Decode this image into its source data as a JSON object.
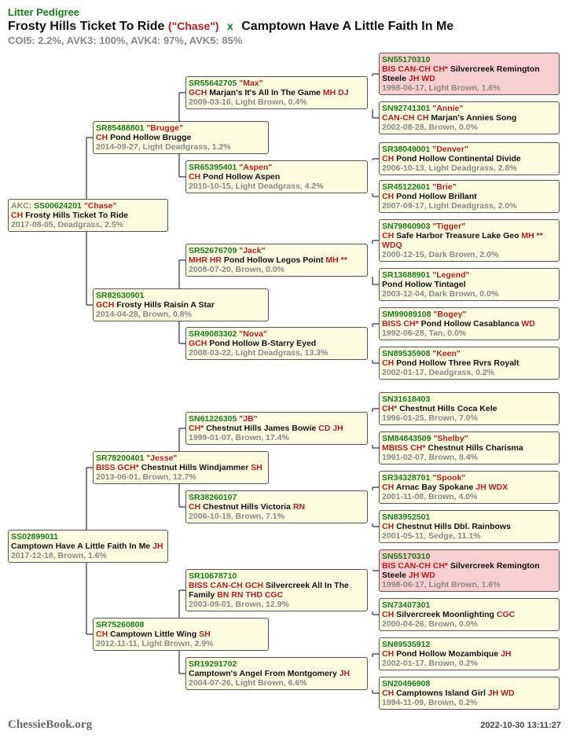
{
  "header": {
    "subtitle": "Litter Pedigree",
    "sire_name": "Frosty Hills Ticket To Ride",
    "sire_call": "(\"Chase\")",
    "cross": "x",
    "dam_name": "Camptown Have A Little Faith In Me",
    "coi": "COI5: 2.2%, AVK3: 100%, AVK4: 97%, AVK5: 85%"
  },
  "footer": {
    "site": "ChessieBook.org",
    "timestamp": "2022-10-30 13:11:27"
  },
  "dogs": [
    {
      "id": "d0",
      "gen": 0,
      "pre": "AKC: ",
      "reg": "SS00624201",
      "nick": "\"Chase\"",
      "tb": "CH",
      "name": "Frosty Hills Ticket To Ride",
      "ta": "",
      "meta": "2017-08-05, Deadgrass, 2.5%",
      "dup": false
    },
    {
      "id": "d1",
      "gen": 1,
      "pre": "",
      "reg": "SR85488801",
      "nick": "\"Brugge\"",
      "tb": "CH",
      "name": "Pond Hollow Brugge",
      "ta": "",
      "meta": "2014-09-27, Light Deadgrass, 1.2%",
      "dup": false
    },
    {
      "id": "d2",
      "gen": 2,
      "pre": "",
      "reg": "SR55642705",
      "nick": "\"Max\"",
      "tb": "GCH",
      "name": "Marjan's It's All In The Game",
      "ta": "MH DJ",
      "meta": "2009-03-16, Light Brown, 0.4%",
      "dup": false
    },
    {
      "id": "d3",
      "gen": 3,
      "pre": "",
      "reg": "SN55170310",
      "nick": "",
      "tb": "BIS CAN-CH CH*",
      "name": "Silvercreek Remington Steele",
      "ta": "JH WD",
      "meta": "1998-06-17, Light Brown, 1.6%",
      "dup": true
    },
    {
      "id": "d4",
      "gen": 3,
      "pre": "",
      "reg": "SN92741301",
      "nick": "\"Annie\"",
      "tb": "CAN-CH CH",
      "name": "Marjan's Annies Song",
      "ta": "",
      "meta": "2002-08-28, Brown, 0.0%",
      "dup": false
    },
    {
      "id": "d5",
      "gen": 2,
      "pre": "",
      "reg": "SR65395401",
      "nick": "\"Aspen\"",
      "tb": "CH",
      "name": "Pond Hollow Aspen",
      "ta": "",
      "meta": "2010-10-15, Light Deadgrass, 4.2%",
      "dup": false
    },
    {
      "id": "d6",
      "gen": 3,
      "pre": "",
      "reg": "SR38049001",
      "nick": "\"Denver\"",
      "tb": "CH",
      "name": "Pond Hollow Continental Divide",
      "ta": "",
      "meta": "2006-10-13, Light Deadgrass, 2.8%",
      "dup": false
    },
    {
      "id": "d7",
      "gen": 3,
      "pre": "",
      "reg": "SR45122601",
      "nick": "\"Brie\"",
      "tb": "CH",
      "name": "Pond Hollow Brillant",
      "ta": "",
      "meta": "2007-09-17, Light Deadgrass, 2.0%",
      "dup": false
    },
    {
      "id": "d8",
      "gen": 1,
      "pre": "",
      "reg": "SR82630901",
      "nick": "",
      "tb": "GCH",
      "name": "Frosty Hills Raisin A Star",
      "ta": "",
      "meta": "2014-04-28, Brown, 0.8%",
      "dup": false
    },
    {
      "id": "d9",
      "gen": 2,
      "pre": "",
      "reg": "SR52676709",
      "nick": "\"Jack\"",
      "tb": "MHR HR",
      "name": "Pond Hollow Legos Point",
      "ta": "MH **",
      "meta": "2008-07-20, Brown, 0.0%",
      "dup": false
    },
    {
      "id": "d10",
      "gen": 3,
      "pre": "",
      "reg": "SN79860903",
      "nick": "\"Tigger\"",
      "tb": "CH",
      "name": "Safe Harbor Treasure Lake Geo",
      "ta": "MH ** WDQ",
      "meta": "2000-12-15, Dark Brown, 2.0%",
      "dup": false
    },
    {
      "id": "d11",
      "gen": 3,
      "pre": "",
      "reg": "SR13688901",
      "nick": "\"Legend\"",
      "tb": "",
      "name": "Pond Hollow Tintagel",
      "ta": "",
      "meta": "2003-12-04, Dark Brown, 0.0%",
      "dup": false
    },
    {
      "id": "d12",
      "gen": 2,
      "pre": "",
      "reg": "SR49083302",
      "nick": "\"Nova\"",
      "tb": "GCH",
      "name": "Pond Hollow B-Starry Eyed",
      "ta": "",
      "meta": "2008-03-22, Light Deadgrass, 13.3%",
      "dup": false
    },
    {
      "id": "d13",
      "gen": 3,
      "pre": "",
      "reg": "SM99089108",
      "nick": "\"Bogey\"",
      "tb": "BISS CH*",
      "name": "Pond Hollow Casablanca",
      "ta": "WD",
      "meta": "1992-06-28, Tan, 0.0%",
      "dup": false
    },
    {
      "id": "d14",
      "gen": 3,
      "pre": "",
      "reg": "SN89535908",
      "nick": "\"Keen\"",
      "tb": "CH",
      "name": "Pond Hollow Three Rvrs Royalt",
      "ta": "",
      "meta": "2002-01-17, Deadgrass, 0.2%",
      "dup": false
    },
    {
      "id": "d15",
      "gen": 0,
      "pre": "",
      "reg": "SS02899011",
      "nick": "",
      "tb": "",
      "name": "Camptown Have A Little Faith In Me",
      "ta": "JH",
      "meta": "2017-12-18, Brown, 1.6%",
      "dup": false
    },
    {
      "id": "d16",
      "gen": 1,
      "pre": "",
      "reg": "SR78200401",
      "nick": "\"Jesse\"",
      "tb": "BISS GCH*",
      "name": "Chestnut Hills Windjammer",
      "ta": "SH",
      "meta": "2013-06-01, Brown, 12.7%",
      "dup": false
    },
    {
      "id": "d17",
      "gen": 2,
      "pre": "",
      "reg": "SN61226305",
      "nick": "\"JB\"",
      "tb": "CH*",
      "name": "Chestnut Hills James Bowie",
      "ta": "CD JH",
      "meta": "1999-01-07, Brown, 17.4%",
      "dup": false
    },
    {
      "id": "d18",
      "gen": 3,
      "pre": "",
      "reg": "SN31618403",
      "nick": "",
      "tb": "CH*",
      "name": "Chestnut Hills Coca Kele",
      "ta": "",
      "meta": "1996-01-25, Brown, 7.0%",
      "dup": false
    },
    {
      "id": "d19",
      "gen": 3,
      "pre": "",
      "reg": "SM84843509",
      "nick": "\"Shelby\"",
      "tb": "MBISS CH*",
      "name": "Chestnut Hills Charisma",
      "ta": "",
      "meta": "1991-02-07, Brown, 8.4%",
      "dup": false
    },
    {
      "id": "d20",
      "gen": 2,
      "pre": "",
      "reg": "SR38260107",
      "nick": "",
      "tb": "CH",
      "name": "Chestnut Hills Victoria",
      "ta": "RN",
      "meta": "2006-10-19, Brown, 7.1%",
      "dup": false
    },
    {
      "id": "d21",
      "gen": 3,
      "pre": "",
      "reg": "SR34328701",
      "nick": "\"Spook\"",
      "tb": "CH",
      "name": "Arnac Bay Spokane",
      "ta": "JH WDX",
      "meta": "2001-11-08, Brown, 4.0%",
      "dup": false
    },
    {
      "id": "d22",
      "gen": 3,
      "pre": "",
      "reg": "SN83952501",
      "nick": "",
      "tb": "CH",
      "name": "Chestnut Hills Dbl. Rainbows",
      "ta": "",
      "meta": "2001-05-11, Sedge, 11.1%",
      "dup": false
    },
    {
      "id": "d23",
      "gen": 1,
      "pre": "",
      "reg": "SR75260808",
      "nick": "",
      "tb": "CH",
      "name": "Camptown Little Wing",
      "ta": "SH",
      "meta": "2012-11-11, Light Brown, 2.9%",
      "dup": false
    },
    {
      "id": "d24",
      "gen": 2,
      "pre": "",
      "reg": "SR10678710",
      "nick": "",
      "tb": "BISS CAN-CH GCH",
      "name": "Silvercreek All In The Family",
      "ta": "BN RN THD CGC",
      "meta": "2003-09-01, Brown, 12.9%",
      "dup": false
    },
    {
      "id": "d25",
      "gen": 3,
      "pre": "",
      "reg": "SN55170310",
      "nick": "",
      "tb": "BIS CAN-CH CH*",
      "name": "Silvercreek Remington Steele",
      "ta": "JH WD",
      "meta": "1998-06-17, Light Brown, 1.6%",
      "dup": true
    },
    {
      "id": "d26",
      "gen": 3,
      "pre": "",
      "reg": "SN73407301",
      "nick": "",
      "tb": "CH",
      "name": "Silvercreek Moonlighting",
      "ta": "CGC",
      "meta": "2000-04-26, Brown, 0.0%",
      "dup": false
    },
    {
      "id": "d27",
      "gen": 2,
      "pre": "",
      "reg": "SR19291702",
      "nick": "",
      "tb": "",
      "name": "Camptown's Angel From Montgomery",
      "ta": "JH",
      "meta": "2004-07-26, Light Brown, 6.6%",
      "dup": false
    },
    {
      "id": "d28",
      "gen": 3,
      "pre": "",
      "reg": "SN89535912",
      "nick": "",
      "tb": "CH",
      "name": "Pond Hollow Mozambique",
      "ta": "JH",
      "meta": "2002-01-17, Brown, 0.2%",
      "dup": false
    },
    {
      "id": "d29",
      "gen": 3,
      "pre": "",
      "reg": "SN20496908",
      "nick": "",
      "tb": "CH",
      "name": "Camptowns Island Girl",
      "ta": "JH WD",
      "meta": "1994-11-09, Brown, 0.2%",
      "dup": false
    }
  ]
}
